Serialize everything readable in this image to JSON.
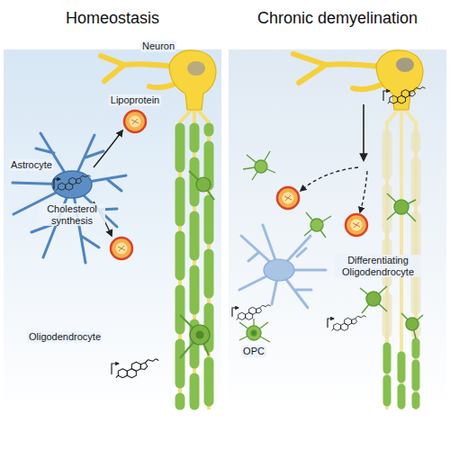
{
  "diagram": {
    "nodes": [
      {
        "text": [
          "Homeostasis"
        ]
      },
      {
        "text": [
          "Chronic demyelination"
        ]
      }
    ],
    "labels": [
      "Neuron",
      "Lipoprotein",
      "Astrocyte",
      "Cholesterol synthesis",
      "Oligodendrocyte",
      "OPC",
      "Differentiating Oligodendrocyte"
    ]
  }
}
